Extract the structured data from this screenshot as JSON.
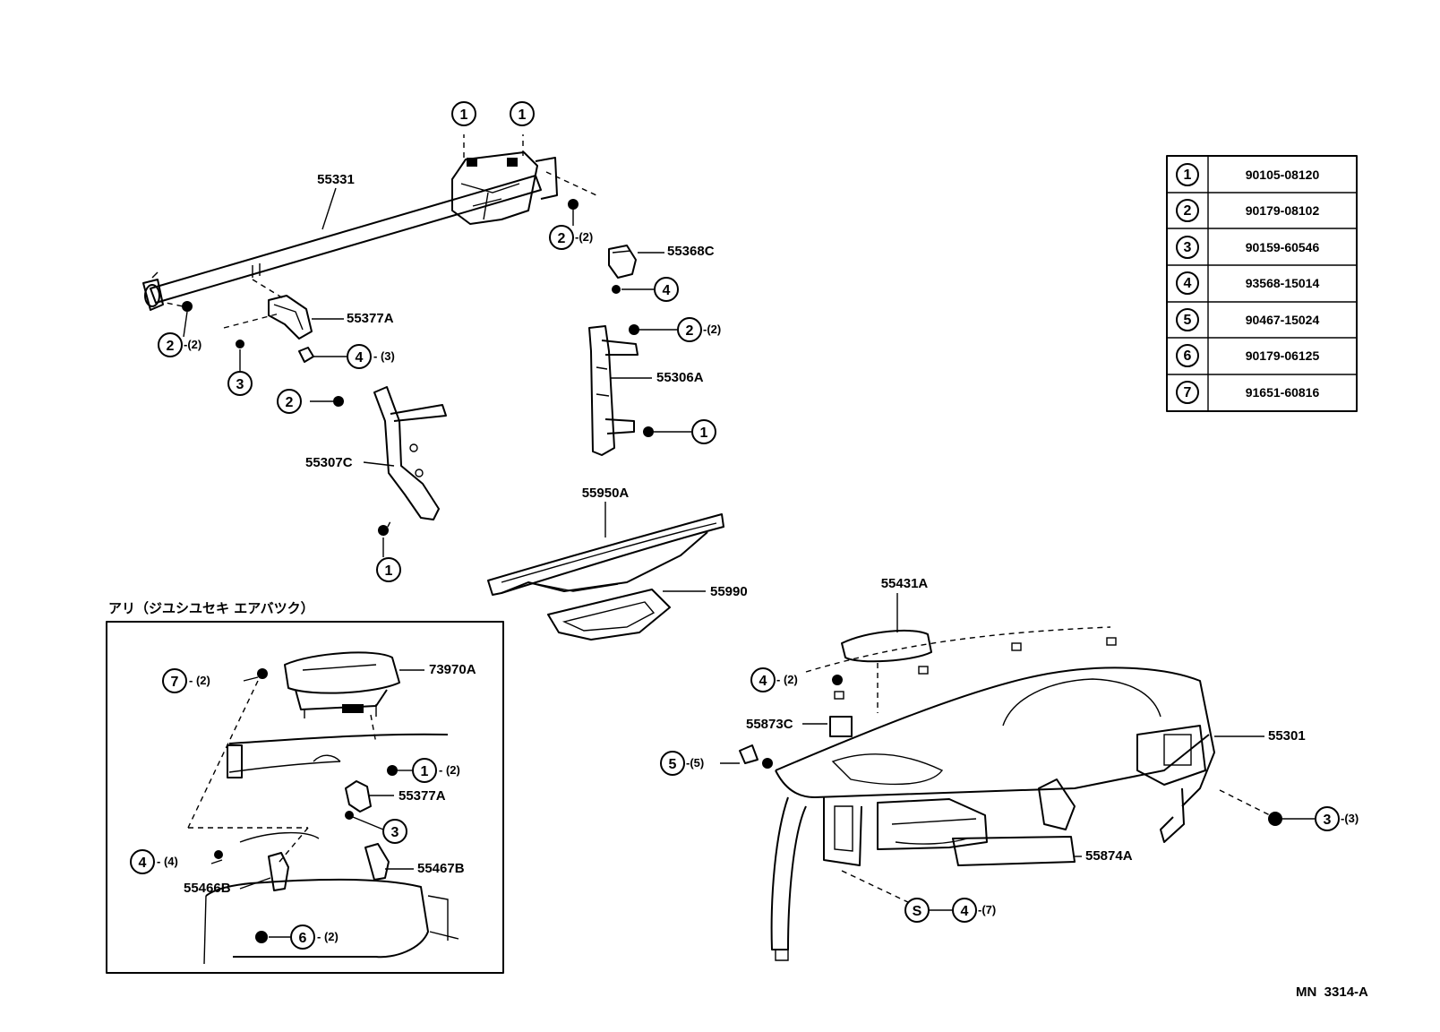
{
  "drawing_id": "MN  3314-A",
  "inset_caption": "アリ（ジユシユセキ エアバツク）",
  "legend": [
    {
      "key": "1",
      "part_number": "90105-08120"
    },
    {
      "key": "2",
      "part_number": "90179-08102"
    },
    {
      "key": "3",
      "part_number": "90159-60546"
    },
    {
      "key": "4",
      "part_number": "93568-15014"
    },
    {
      "key": "5",
      "part_number": "90467-15024"
    },
    {
      "key": "6",
      "part_number": "90179-06125"
    },
    {
      "key": "7",
      "part_number": "91651-60816"
    }
  ],
  "parts": {
    "p55331": "55331",
    "p55368C": "55368C",
    "p55377A": "55377A",
    "p55306A": "55306A",
    "p55307C": "55307C",
    "p55950A": "55950A",
    "p55990": "55990",
    "p55431A": "55431A",
    "p55873C": "55873C",
    "p55301": "55301",
    "p55874A": "55874A",
    "p73970A": "73970A",
    "p55377A_inset": "55377A",
    "p55467B": "55467B",
    "p55466B": "55466B"
  },
  "callouts": [
    {
      "key": "1",
      "qty": ""
    },
    {
      "key": "1",
      "qty": ""
    },
    {
      "key": "2",
      "qty": "-(2)"
    },
    {
      "key": "4",
      "qty": ""
    },
    {
      "key": "2",
      "qty": "-(2)"
    },
    {
      "key": "3",
      "qty": ""
    },
    {
      "key": "4",
      "qty": "- (3)"
    },
    {
      "key": "2",
      "qty": "-(2)"
    },
    {
      "key": "2",
      "qty": ""
    },
    {
      "key": "1",
      "qty": ""
    },
    {
      "key": "1",
      "qty": ""
    },
    {
      "key": "4",
      "qty": "- (2)"
    },
    {
      "key": "5",
      "qty": "-(5)"
    },
    {
      "key": "3",
      "qty": "-(3)"
    },
    {
      "key": "S",
      "qty": ""
    },
    {
      "key": "4",
      "qty": "-(7)"
    },
    {
      "key": "7",
      "qty": "- (2)"
    },
    {
      "key": "1",
      "qty": "- (2)"
    },
    {
      "key": "3",
      "qty": ""
    },
    {
      "key": "4",
      "qty": "- (4)"
    },
    {
      "key": "6",
      "qty": "- (2)"
    }
  ]
}
